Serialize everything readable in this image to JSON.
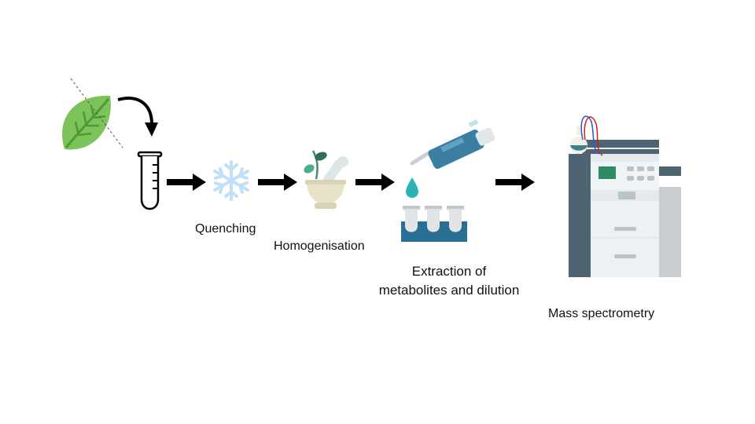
{
  "steps": {
    "quenching": "Quenching",
    "homogenisation": "Homogenisation",
    "extraction": {
      "line1": "Extraction of",
      "line2": "metabolites and dilution"
    },
    "mass_spectrometry": "Mass spectrometry"
  },
  "icons": [
    "leaf-icon",
    "test-tube-icon",
    "snowflake-icon",
    "mortar-pestle-icon",
    "pipette-icon",
    "well-plate-icon",
    "mass-spectrometer-icon"
  ],
  "colors": {
    "leaf": "#7cc35a",
    "leaf_dark": "#5aa53f",
    "arrow": "#000000",
    "snowflake": "#bfe0f7",
    "mortar": "#e6e1c8",
    "plant": "#4caf8a",
    "pipette": "#3a7ea1",
    "plate": "#2a6f91",
    "droplet": "#2bb3b3",
    "instrument_dark": "#4e6472",
    "instrument_light": "#e4e9ec"
  }
}
